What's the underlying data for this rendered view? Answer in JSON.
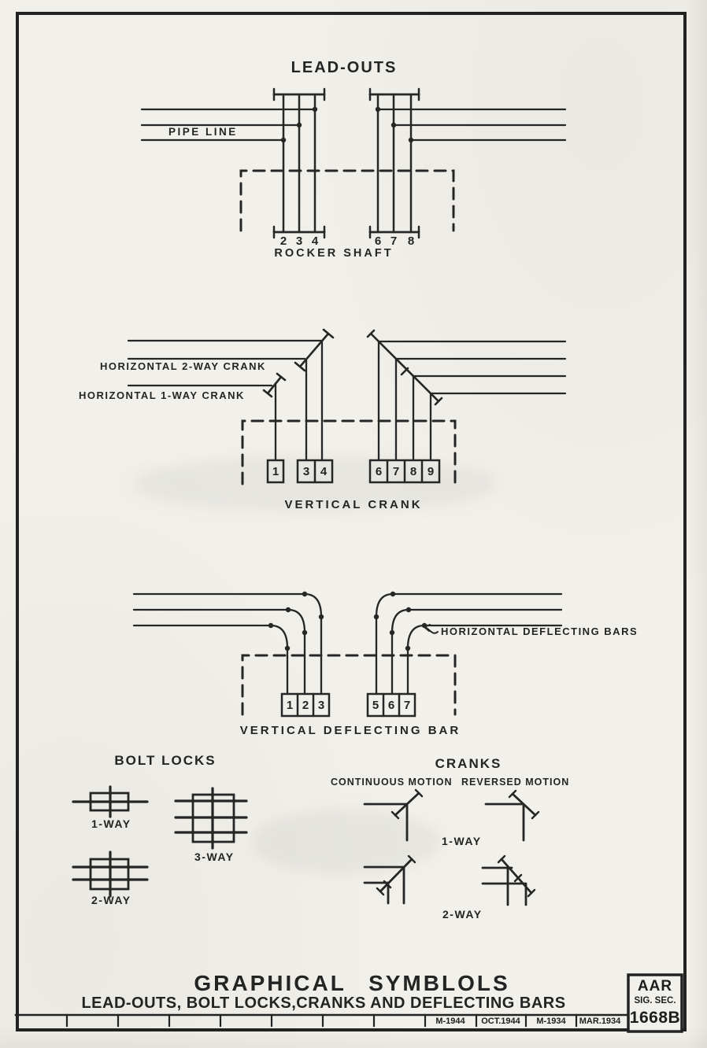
{
  "sheet": {
    "title": "GRAPHICAL SYMBLOLS",
    "subtitle": "LEAD-OUTS, BOLT LOCKS,CRANKS AND DEFLECTING BARS"
  },
  "stamp": {
    "org": "AAR",
    "dept": "SIG. SEC.",
    "drawing_number": "1668B"
  },
  "revisions": {
    "dates": [
      "M-1944",
      "OCT.1944",
      "M-1934",
      "MAR.1934"
    ]
  },
  "lead_outs": {
    "title": "LEAD-OUTS",
    "pipe_line": "PIPE LINE",
    "rocker_shaft": "ROCKER SHAFT",
    "left_pipe_numbers": [
      "2",
      "3",
      "4"
    ],
    "right_pipe_numbers": [
      "6",
      "7",
      "8"
    ]
  },
  "vertical_crank": {
    "label_2way": "HORIZONTAL 2-WAY CRANK",
    "label_1way": "HORIZONTAL 1-WAY CRANK",
    "caption": "VERTICAL CRANK",
    "left_pipe_numbers": [
      "1",
      "3",
      "4"
    ],
    "right_pipe_numbers": [
      "6",
      "7",
      "8",
      "9"
    ]
  },
  "deflecting_bars": {
    "label_horizontal": "HORIZONTAL DEFLECTING BARS",
    "caption": "VERTICAL DEFLECTING BAR",
    "left_pipe_numbers": [
      "1",
      "2",
      "3"
    ],
    "right_pipe_numbers": [
      "5",
      "6",
      "7"
    ]
  },
  "bolt_locks": {
    "title": "BOLT LOCKS",
    "labels": {
      "one": "1-WAY",
      "two": "2-WAY",
      "three": "3-WAY"
    }
  },
  "cranks": {
    "title": "CRANKS",
    "col_continuous": "CONTINUOUS MOTION",
    "col_reversed": "REVERSED MOTION",
    "row_one": "1-WAY",
    "row_two": "2-WAY"
  },
  "colors": {
    "ink": "#262626",
    "paper": "#f2f0ea"
  }
}
